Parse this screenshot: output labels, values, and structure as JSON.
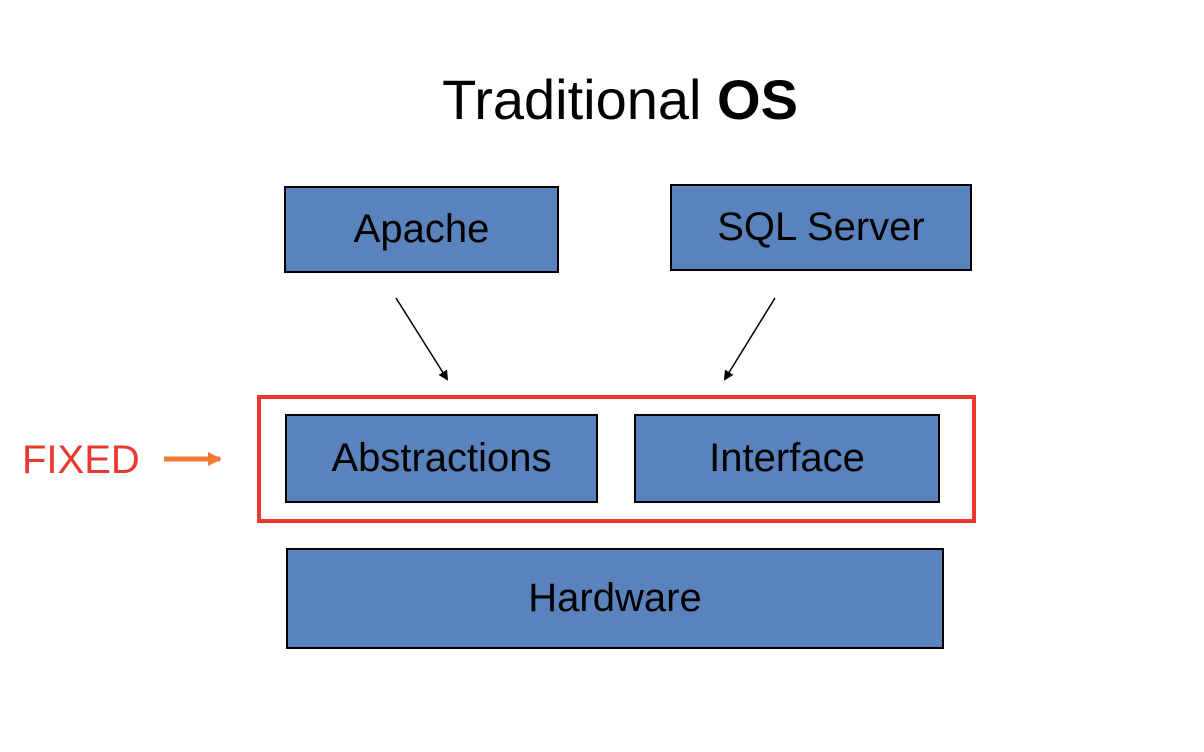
{
  "title": {
    "prefix": "Traditional",
    "emphasis": "OS"
  },
  "apps": [
    {
      "label": "Apache"
    },
    {
      "label": "SQL Server"
    }
  ],
  "os_layer": {
    "components": [
      {
        "label": "Abstractions"
      },
      {
        "label": "Interface"
      }
    ],
    "frame_color": "#e8392e"
  },
  "hardware": {
    "label": "Hardware"
  },
  "annotation": {
    "label": "FIXED",
    "label_color": "#e8392e",
    "arrow_color": "#ee7a33"
  },
  "colors": {
    "box_fill": "#5a82bc",
    "box_border": "#000000"
  }
}
